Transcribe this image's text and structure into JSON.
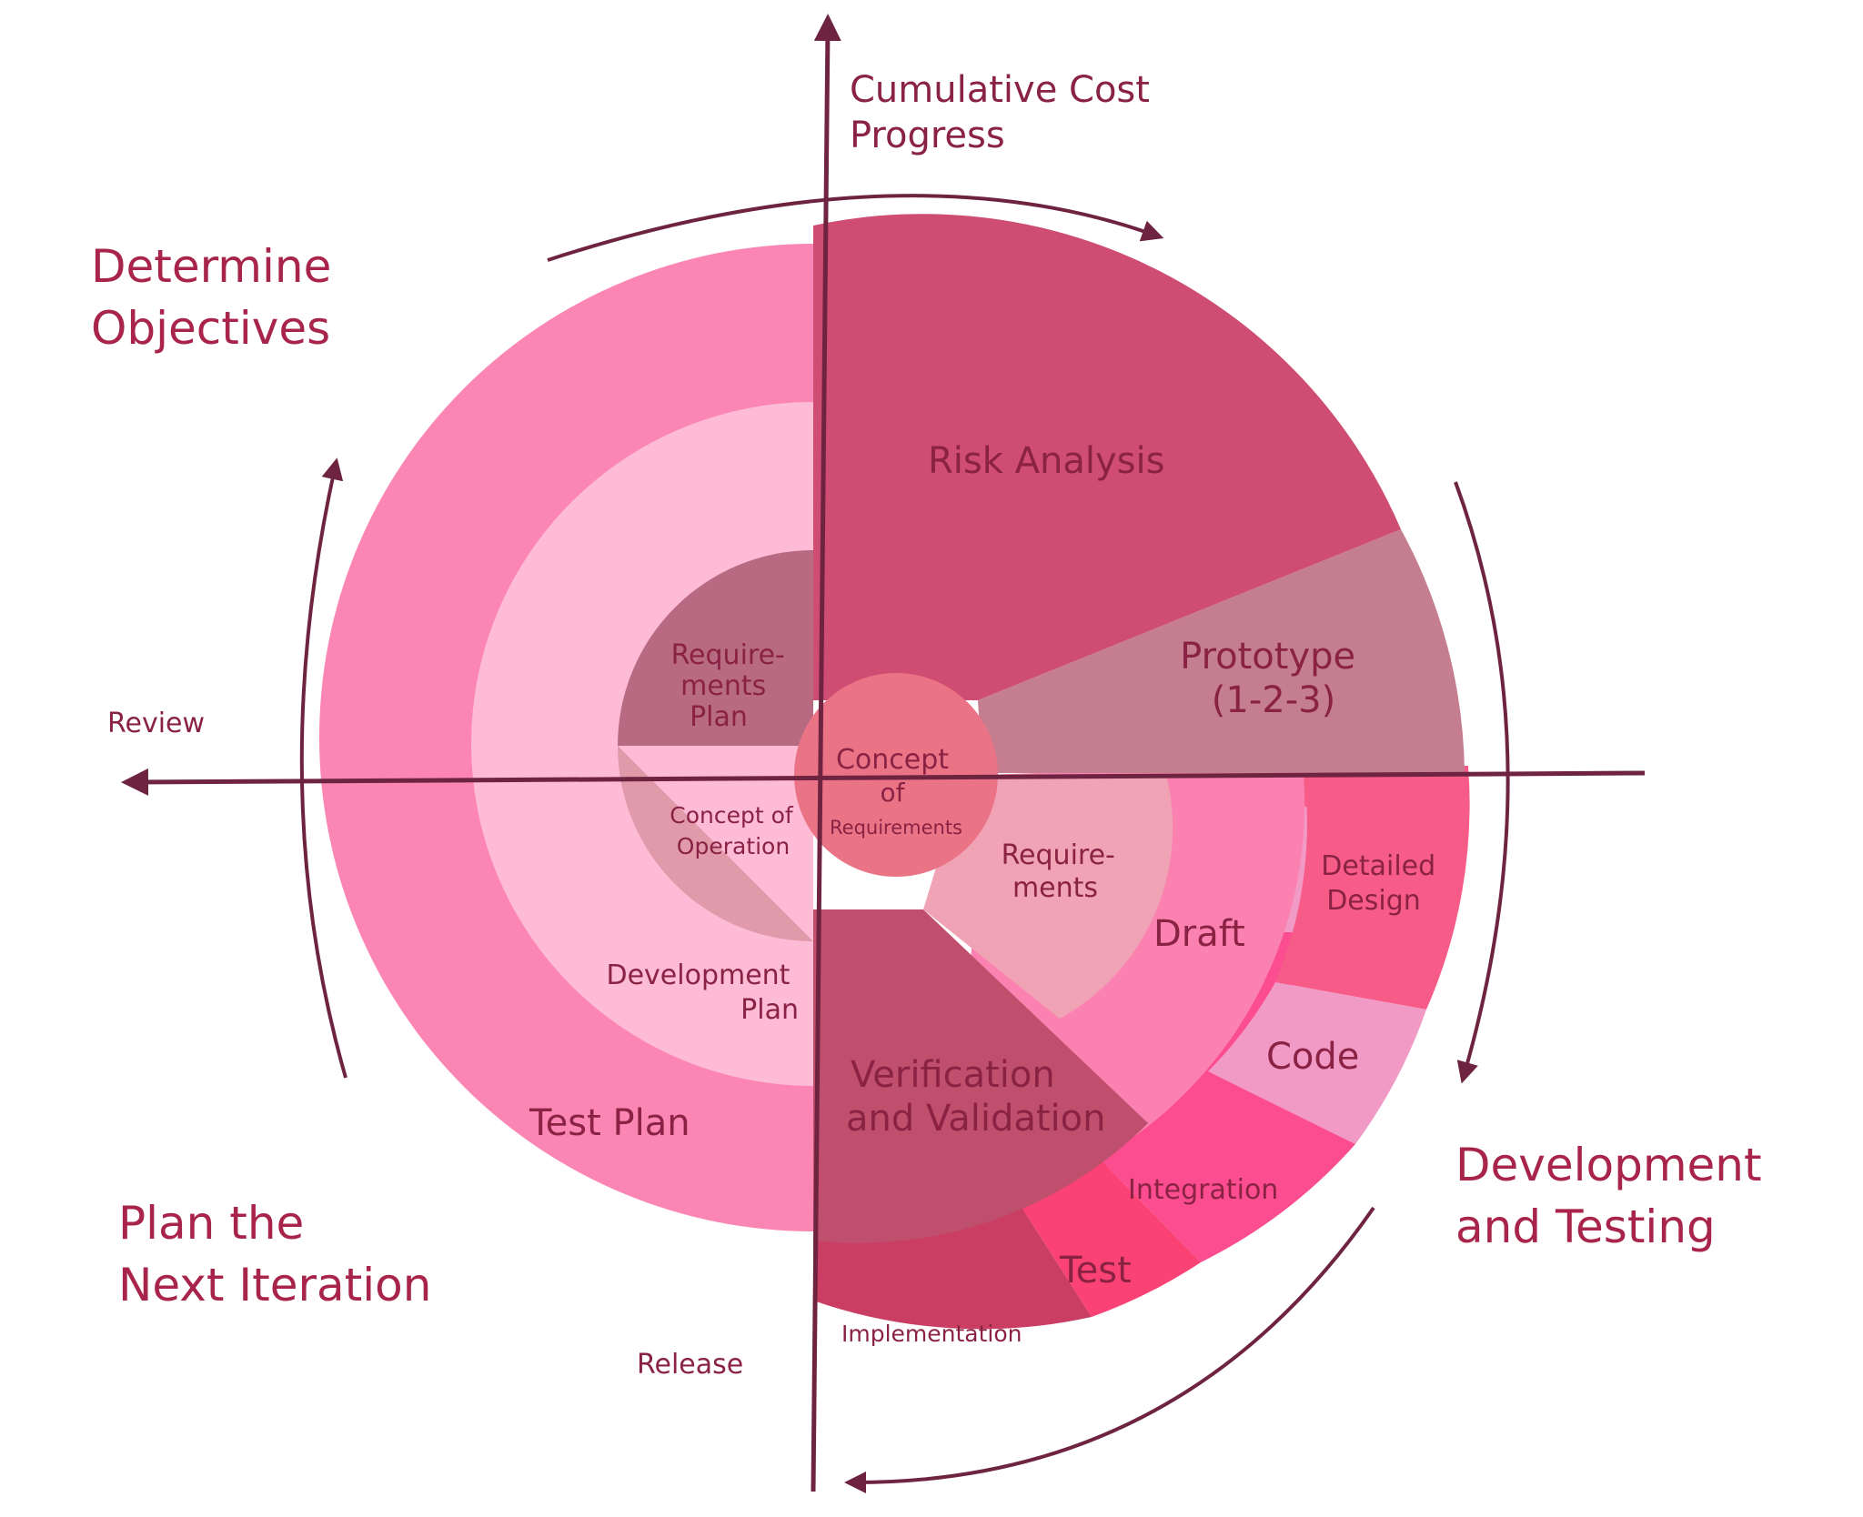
{
  "colors": {
    "axis": "#6e2441",
    "text_dark": "#8a2244",
    "text_heading": "#a8244a",
    "outer_pink": "#fb86b4",
    "light_pink": "#fdbbd6",
    "mauve_inner": "#b86a82",
    "concept_operation": "#e19aaa",
    "risk": "#cf4c72",
    "prototype": "#c47e8f",
    "center_circle": "#ea7385",
    "requirements": "#f0a3b4",
    "draft": "#fb82b0",
    "detailed_design": "#f75c89",
    "code": "#f29ac6",
    "integration": "#fb4d8f",
    "test": "#fb4275",
    "implementation": "#c93e62",
    "verification": "#c04f6d"
  },
  "axes": {
    "vertical_label": [
      "Cumulative Cost",
      "Progress"
    ],
    "horizontal_label": "Review",
    "bottom_label": "Release"
  },
  "quadrants": {
    "top_left": [
      "Determine",
      "Objectives"
    ],
    "bottom_left": [
      "Plan the",
      "Next Iteration"
    ],
    "bottom_right": [
      "Development",
      "and Testing"
    ]
  },
  "segments": {
    "risk_analysis": "Risk Analysis",
    "prototype": [
      "Prototype",
      "(1-2-3)"
    ],
    "center": [
      "Concept",
      "of",
      "Requirements"
    ],
    "requirements_plan": [
      "Require-",
      "ments",
      "Plan"
    ],
    "concept_operation": [
      "Concept of",
      "Operation"
    ],
    "requirements": [
      "Require-",
      "ments"
    ],
    "draft": "Draft",
    "detailed_design": [
      "Detailed",
      "Design"
    ],
    "code": "Code",
    "integration": "Integration",
    "test": "Test",
    "implementation": "Implementation",
    "verification": [
      "Verification",
      "and Validation"
    ],
    "development_plan": [
      "Development",
      "Plan"
    ],
    "test_plan": "Test Plan"
  }
}
